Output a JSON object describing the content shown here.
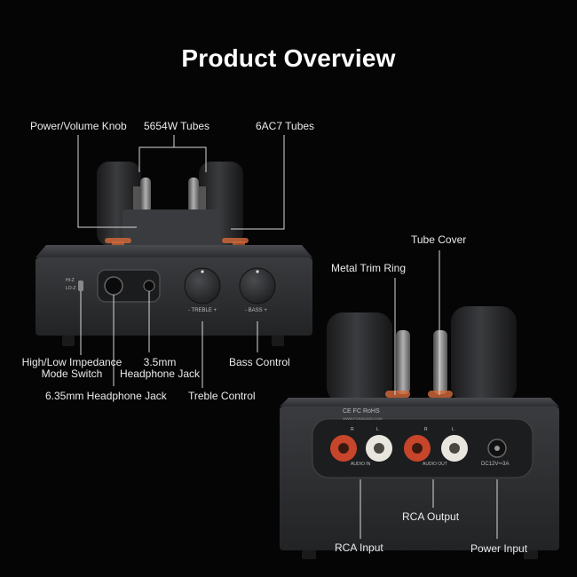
{
  "title": "Product Overview",
  "labels": {
    "power_volume_knob": "Power/Volume Knob",
    "tubes_5654w": "5654W Tubes",
    "tubes_6ac7": "6AC7 Tubes",
    "tube_cover": "Tube Cover",
    "metal_trim_ring": "Metal Trim Ring",
    "impedance_switch_l1": "High/Low Impedance",
    "impedance_switch_l2": "Mode Switch",
    "headphone_35_l1": "3.5mm",
    "headphone_35_l2": "Headphone Jack",
    "bass_control": "Bass Control",
    "headphone_635": "6.35mm Headphone Jack",
    "treble_control": "Treble Control",
    "rca_output": "RCA Output",
    "rca_input": "RCA Input",
    "power_input": "Power Input"
  },
  "front_panel": {
    "switch_hi": "HI-Z",
    "switch_lo": "LO-Z",
    "treble_marking": "- TREBLE +",
    "bass_marking": "- BASS +"
  },
  "rear_panel": {
    "cert_marks": "CE FC RoHS",
    "website": "WWW.FOSIAUDIO.COM",
    "audio_in": "AUDIO IN",
    "audio_out": "AUDIO OUT",
    "dc_rating": "DC12V⎓3A",
    "channel_r": "R",
    "channel_l": "L"
  },
  "colors": {
    "background": "#050505",
    "chassis": "#2e2f32",
    "rca_red": "#c7452a",
    "rca_white": "#e9e6df",
    "accent_copper": "#d46a3a"
  }
}
